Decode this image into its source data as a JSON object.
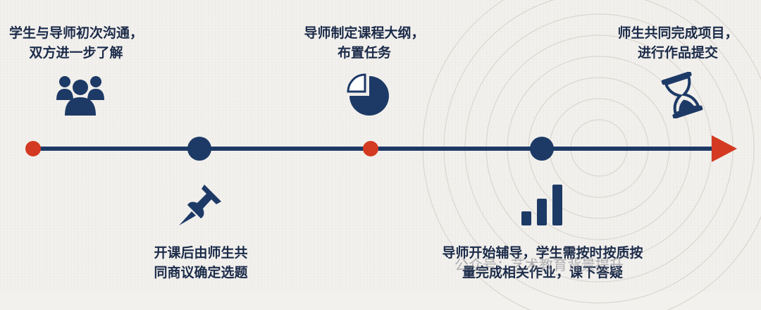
{
  "colors": {
    "navy": "#1d3a66",
    "red": "#d33a21",
    "text": "#1b2b49",
    "background": "#f3f1ee"
  },
  "timeline": {
    "steps": [
      {
        "lines": [
          "学生与导师初次沟通，",
          "双方进一步了解"
        ],
        "icon": "people-group-icon",
        "marker": "small-red"
      },
      {
        "lines": [
          "开课后由师生共",
          "同商议确定选题"
        ],
        "icon": "pushpin-icon",
        "marker": "large-navy"
      },
      {
        "lines": [
          "导师制定课程大纲，",
          "布置任务"
        ],
        "icon": "pie-chart-icon",
        "marker": "small-red"
      },
      {
        "lines": [
          "导师开始辅导，学生需按时按质按",
          "量完成相关作业，课下答疑"
        ],
        "icon": "bar-chart-icon",
        "marker": "large-navy"
      },
      {
        "lines": [
          "师生共同完成项目，",
          "进行作品提交"
        ],
        "icon": "hourglass-icon",
        "marker": "arrow-end"
      }
    ]
  },
  "watermark": {
    "text": "公众号：艺术教育背景提升"
  }
}
